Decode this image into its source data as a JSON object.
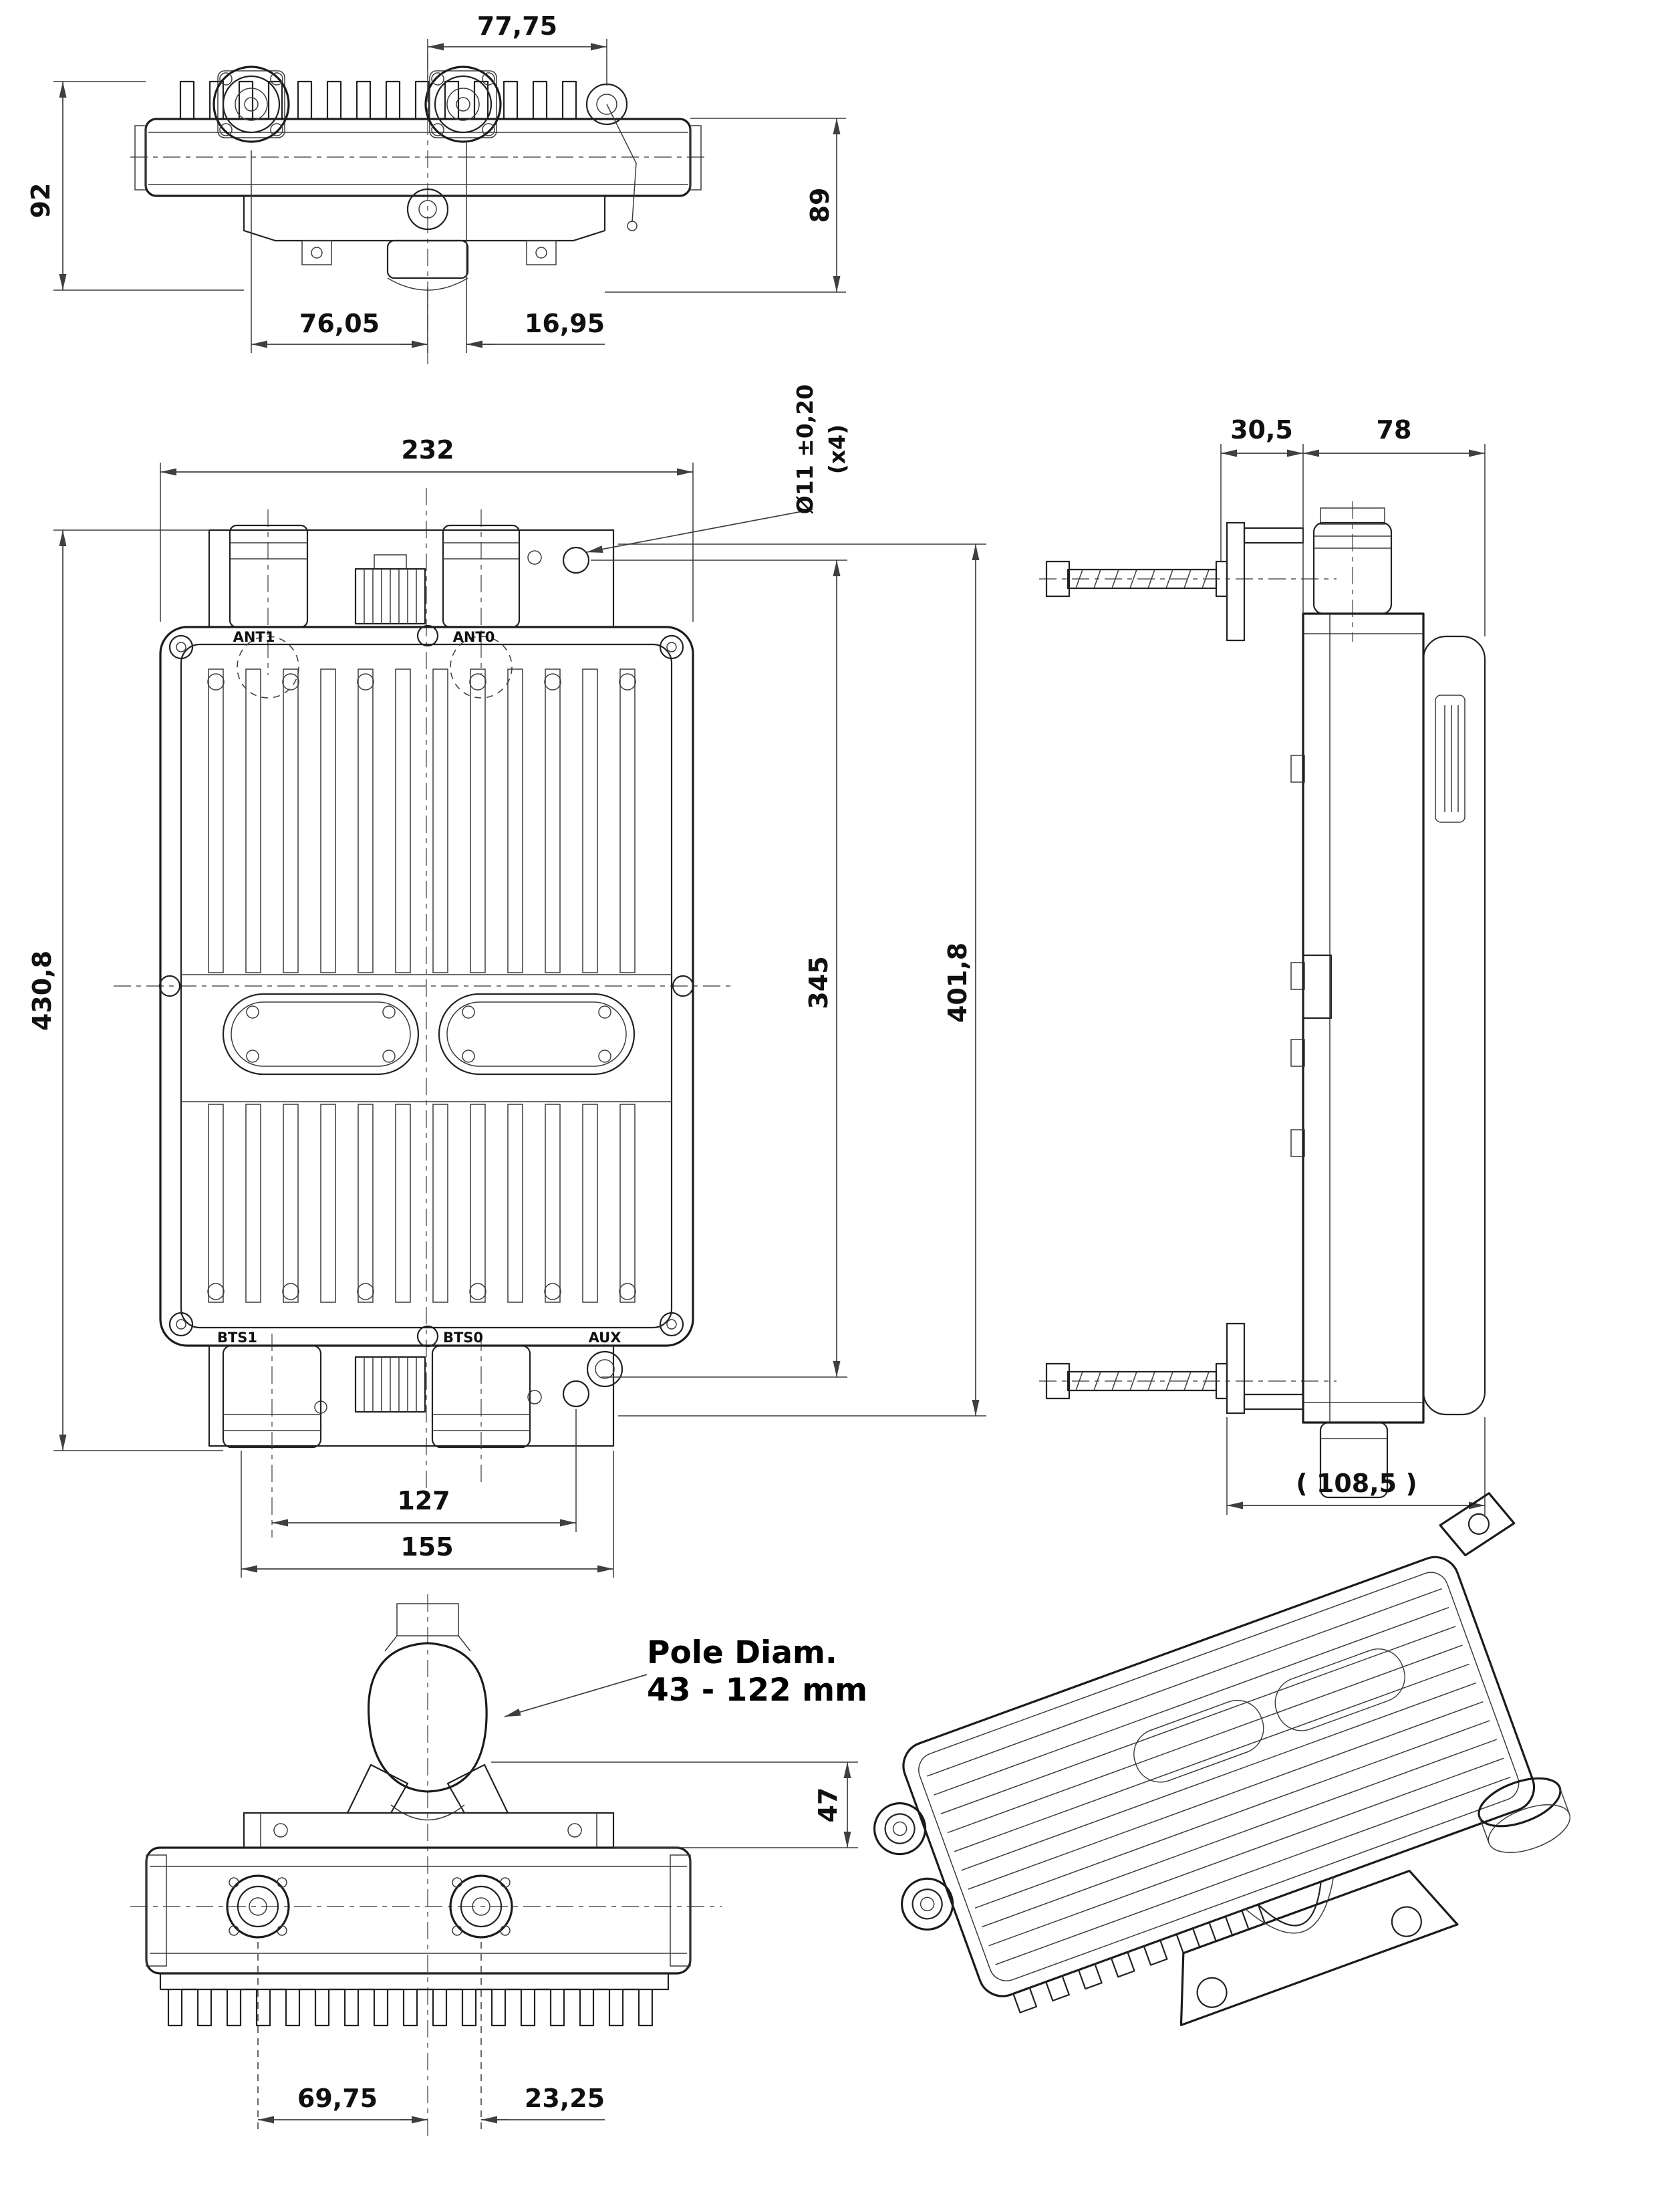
{
  "dims": {
    "top": {
      "offset": "77,75",
      "height_left": "92",
      "height_right": "89",
      "left_of_center": "76,05",
      "right_of_center": "16,95"
    },
    "front": {
      "width": "232",
      "height": "430,8",
      "hole_spec": "Ø11 ±0,20",
      "hole_qty": "(x4)",
      "hole_pitch": "345",
      "mount_height": "401,8",
      "conn_pitch": "127",
      "conn_span": "155"
    },
    "side": {
      "bracket_depth": "30,5",
      "body_depth": "78",
      "overall_depth": "( 108,5 )"
    },
    "bottom": {
      "clamp_height": "47",
      "left_of_center": "69,75",
      "right_of_center": "23,25"
    }
  },
  "notes": {
    "pole_line1": "Pole Diam.",
    "pole_line2": "43 - 122 mm"
  },
  "ports": {
    "ant1": "ANT1",
    "ant0": "ANT0",
    "bts1": "BTS1",
    "bts0": "BTS0",
    "aux": "AUX"
  }
}
